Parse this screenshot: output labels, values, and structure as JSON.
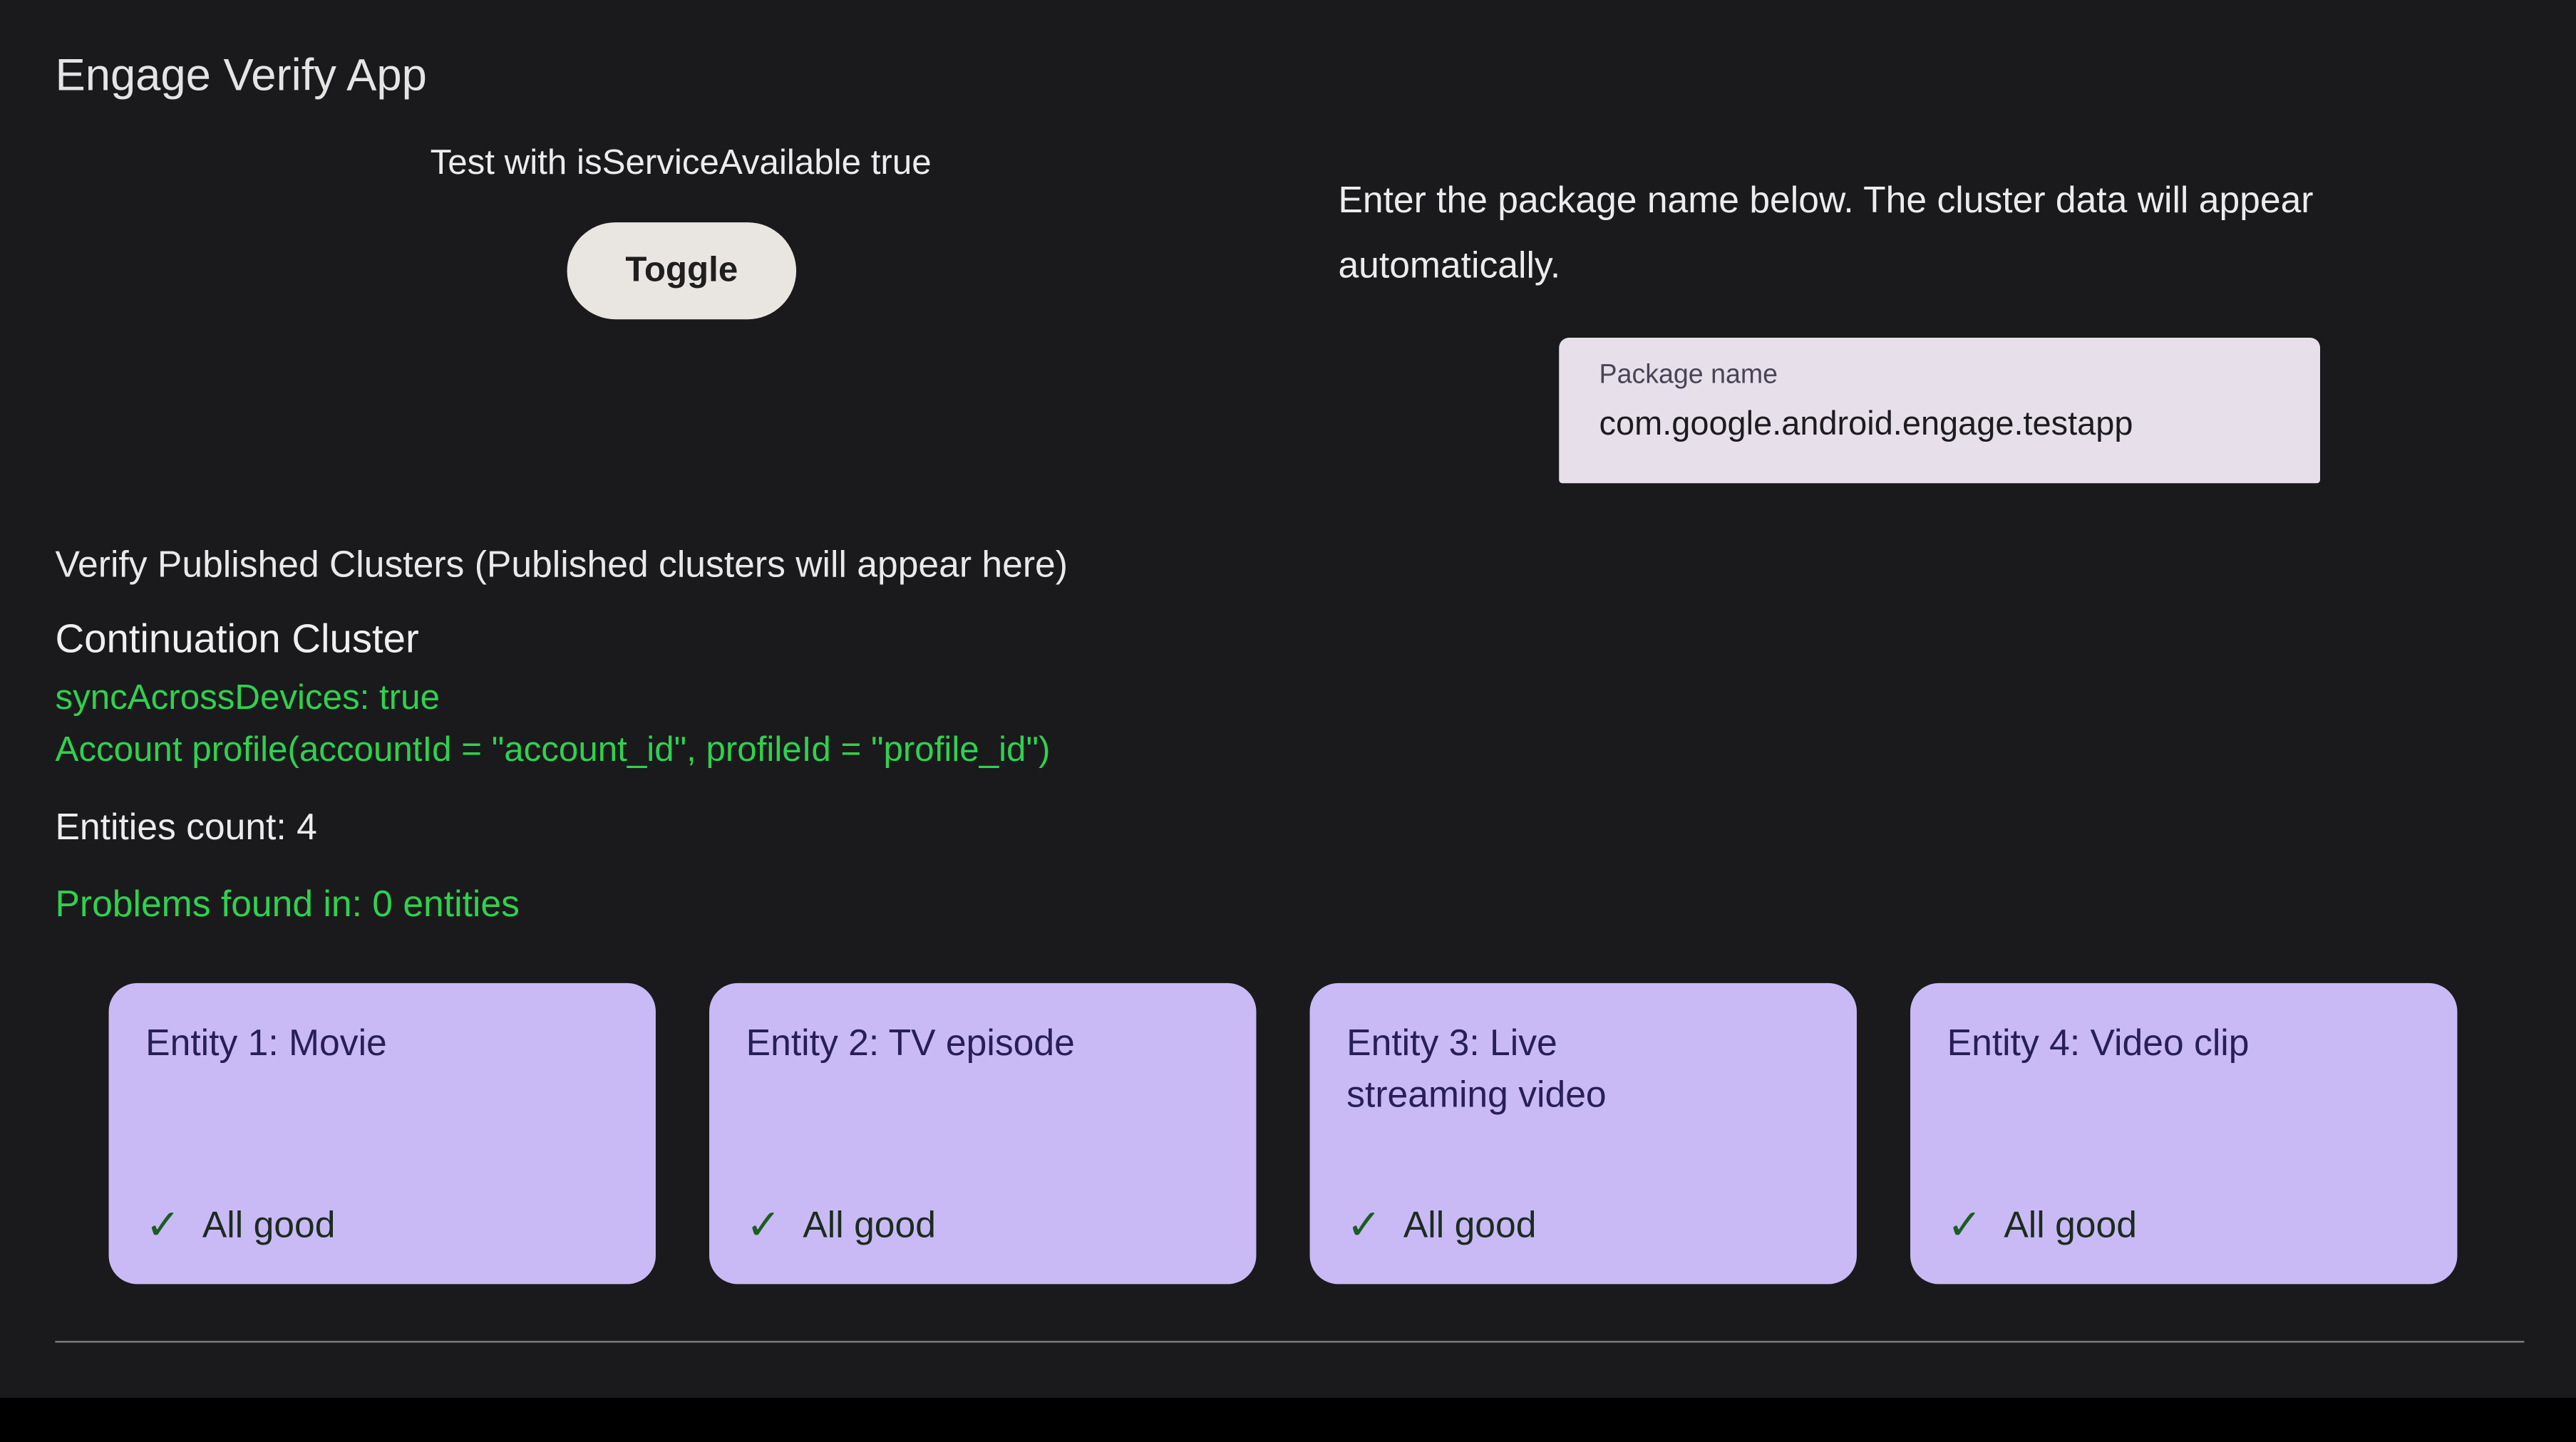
{
  "app": {
    "title": "Engage Verify App"
  },
  "service": {
    "status_text": "Test with isServiceAvailable true",
    "toggle_label": "Toggle"
  },
  "package": {
    "instruction": "Enter the package name below. The cluster data will appear automatically.",
    "field_label": "Package name",
    "field_value": "com.google.android.engage.testapp"
  },
  "clusters": {
    "section_title": "Verify Published Clusters (Published clusters will appear here)",
    "cluster_name": "Continuation Cluster",
    "sync_line": "syncAcrossDevices: true",
    "account_line": "Account profile(accountId = \"account_id\", profileId = \"profile_id\")",
    "entities_count": "Entities count: 4",
    "problems_line": "Problems found in: 0 entities"
  },
  "entities": [
    {
      "title": "Entity 1: Movie",
      "check": "✓",
      "status": "All good"
    },
    {
      "title": "Entity 2: TV episode",
      "check": "✓",
      "status": "All good"
    },
    {
      "title": "Entity 3: Live\nstreaming video",
      "check": "✓",
      "status": "All good"
    },
    {
      "title": "Entity 4: Video clip",
      "check": "✓",
      "status": "All good"
    }
  ],
  "colors": {
    "background": "#1a1a1d",
    "green_text": "#30d14e",
    "card_background": "#c9baf6",
    "card_text": "#271f55",
    "check_color": "#1b5e20",
    "toggle_background": "#e9e6e2",
    "field_background": "#e7e0ea"
  }
}
